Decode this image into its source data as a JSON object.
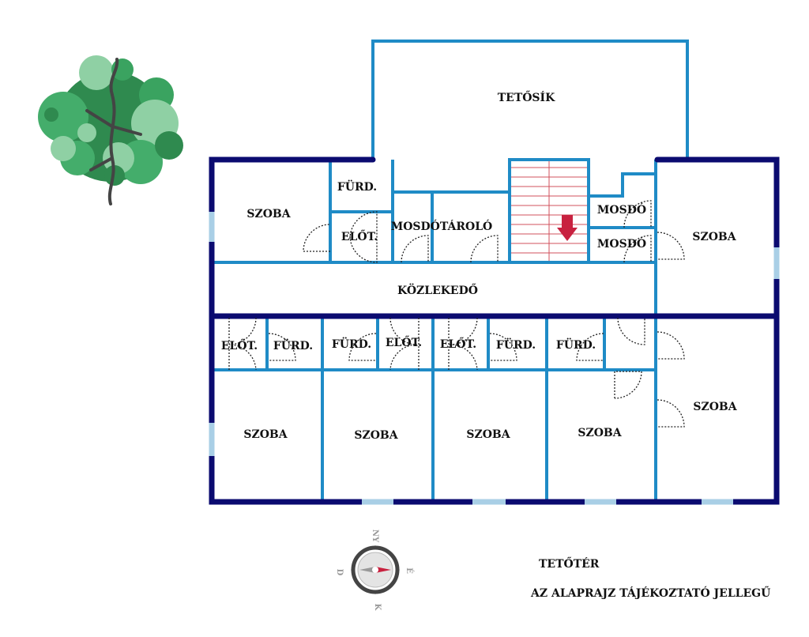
{
  "rooms": {
    "roof": "TETŐSÍK",
    "room_top_left": "SZOBA",
    "bath_top": "FÜRD.",
    "hall_top": "ELŐT.",
    "washroom_storage": "MOSDÓTÁROLÓ",
    "washroom_1": "MOSDÓ",
    "washroom_2": "MOSDÓ",
    "room_top_right": "SZOBA",
    "corridor": "KÖZLEKEDŐ",
    "hall_1": "ELŐT.",
    "bath_1": "FÜRD.",
    "bath_2": "FÜRD.",
    "hall_2": "ELŐT.",
    "hall_3": "ELŐT.",
    "bath_3": "FÜRD.",
    "bath_4": "FÜRD.",
    "room_1": "SZOBA",
    "room_2": "SZOBA",
    "room_3": "SZOBA",
    "room_4": "SZOBA",
    "room_right": "SZOBA"
  },
  "compass": {
    "north": "NY",
    "east": "É",
    "south": "K",
    "west": "D"
  },
  "notes": {
    "floor": "TETŐTÉR",
    "disclaimer": "AZ ALAPRAJZ TÁJÉKOZTATÓ JELLEGŰ"
  },
  "colors": {
    "outer_wall": "#0b0b70",
    "inner_wall": "#1f8bc6",
    "stairs": "#d0505c",
    "arrow": "#c8213f"
  }
}
